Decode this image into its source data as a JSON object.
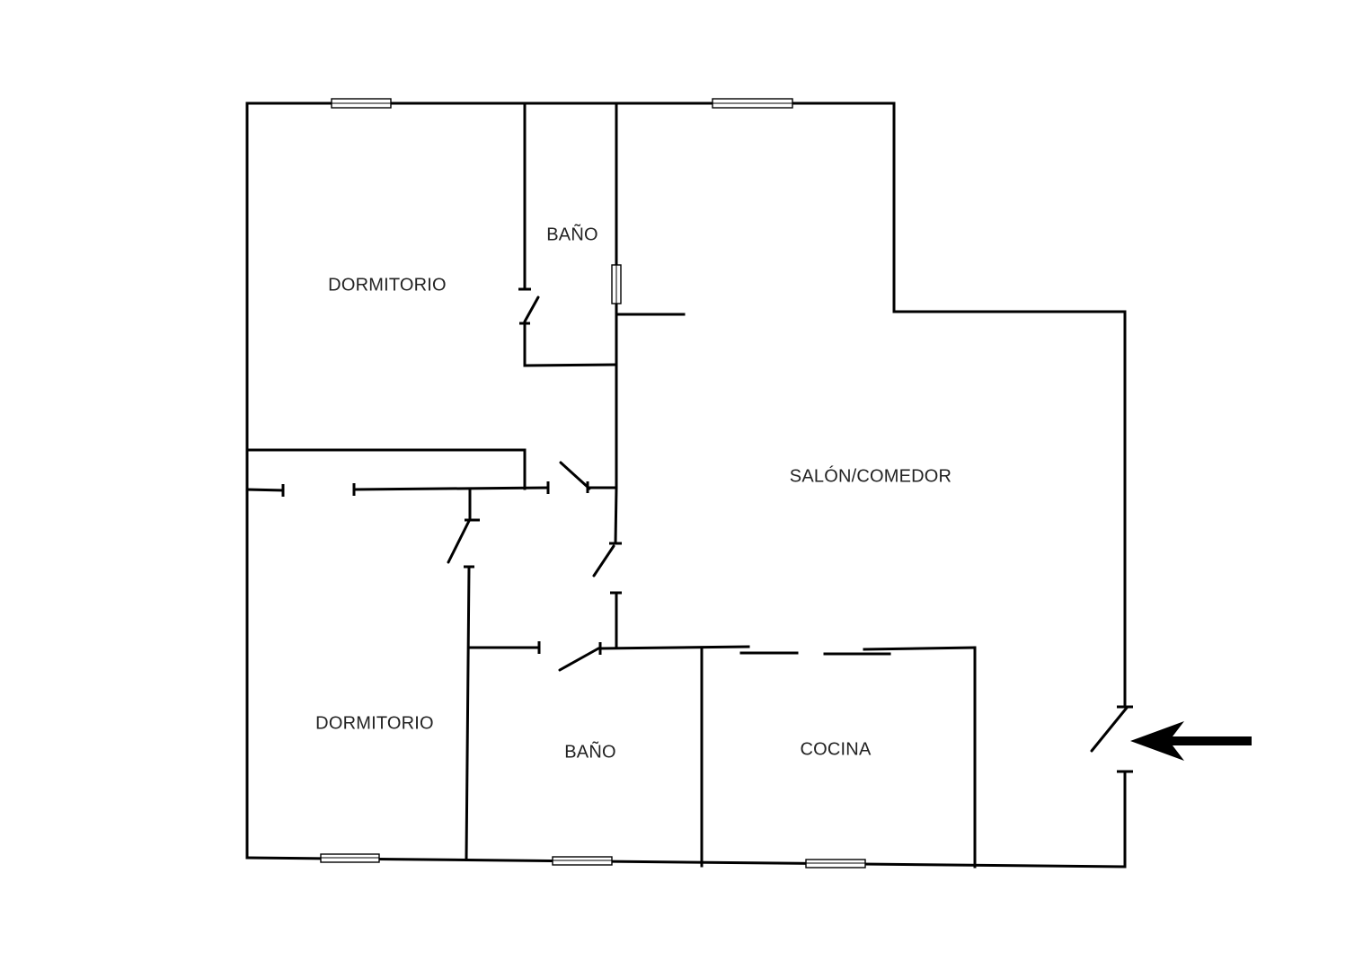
{
  "rooms": {
    "dormitorio_top": "DORMITORIO",
    "bano_top": "BAÑO",
    "salon": "SALÓN/COMEDOR",
    "dormitorio_bottom": "DORMITORIO",
    "bano_bottom": "BAÑO",
    "cocina": "COCINA"
  },
  "colors": {
    "line": "#000000",
    "background": "#ffffff"
  },
  "icons": {
    "entrance": "arrow-left-icon"
  }
}
